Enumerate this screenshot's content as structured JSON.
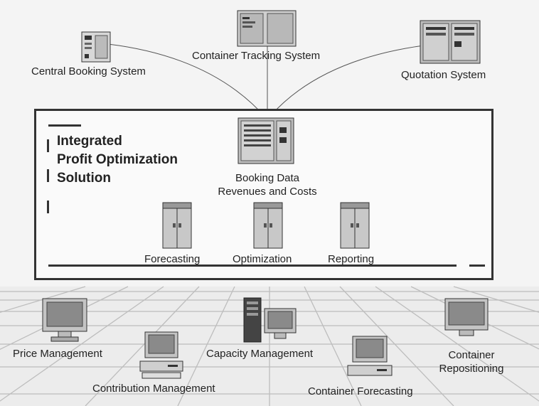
{
  "top_systems": {
    "central_booking": "Central Booking System",
    "container_tracking": "Container Tracking System",
    "quotation": "Quotation System"
  },
  "solution": {
    "title_lines": [
      "Integrated",
      "Profit Optimization",
      "Solution"
    ],
    "data_store_label_lines": [
      "Booking Data",
      "Revenues and Costs"
    ],
    "modules": {
      "forecasting": "Forecasting",
      "optimization": "Optimization",
      "reporting": "Reporting"
    }
  },
  "workstations": {
    "price_management": "Price Management",
    "contribution_management": "Contribution Management",
    "capacity_management": "Capacity Management",
    "container_forecasting": "Container Forecasting",
    "container_repositioning_lines": [
      "Container",
      "Repositioning"
    ]
  }
}
